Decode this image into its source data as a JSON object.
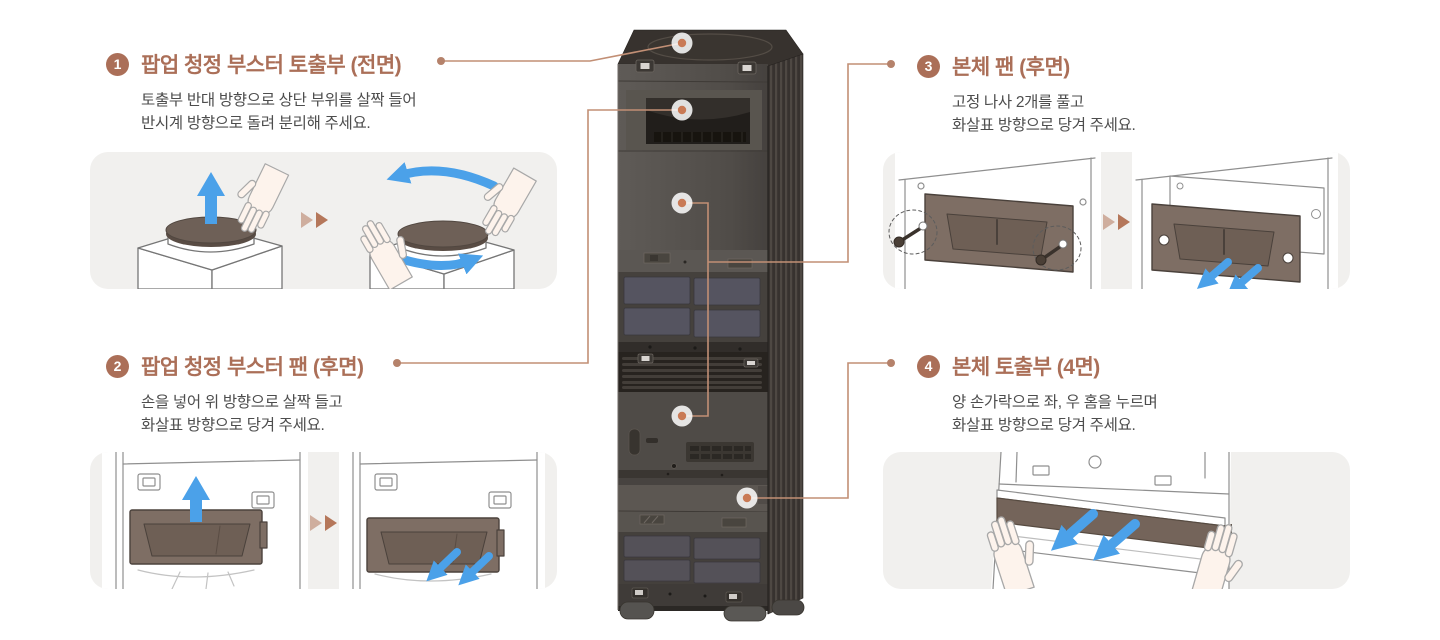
{
  "colors": {
    "accent_brown": "#ab6f58",
    "leader_line": "#c28f75",
    "marker_dot": "#c97a55",
    "panel_background": "#f1f0ee",
    "arrow_blue": "#4ba1e9",
    "part_brown": "#7e6e64",
    "body_text": "#4d4d4d"
  },
  "sections": [
    {
      "number": "1",
      "title": "팝업 청정 부스터 토출부 (전면)",
      "desc_line1": "토출부 반대 방향으로 상단 부위를 살짝 들어",
      "desc_line2": "반시계 방향으로 돌려 분리해 주세요."
    },
    {
      "number": "2",
      "title": "팝업 청정 부스터 팬 (후면)",
      "desc_line1": "손을 넣어 위 방향으로 살짝 들고",
      "desc_line2": "화살표 방향으로 당겨 주세요."
    },
    {
      "number": "3",
      "title": "본체 팬 (후면)",
      "desc_line1": "고정 나사 2개를 풀고",
      "desc_line2": "화살표 방향으로 당겨 주세요."
    },
    {
      "number": "4",
      "title": "본체 토출부 (4면)",
      "desc_line1": "양 손가락으로 좌, 우 홈을 누르며",
      "desc_line2": "화살표 방향으로 당겨 주세요."
    }
  ],
  "device": {
    "name": "air-purifier-tower",
    "callout_marker_count": 5
  },
  "icons": {
    "next_step_chevron": "double-right-triangle"
  }
}
